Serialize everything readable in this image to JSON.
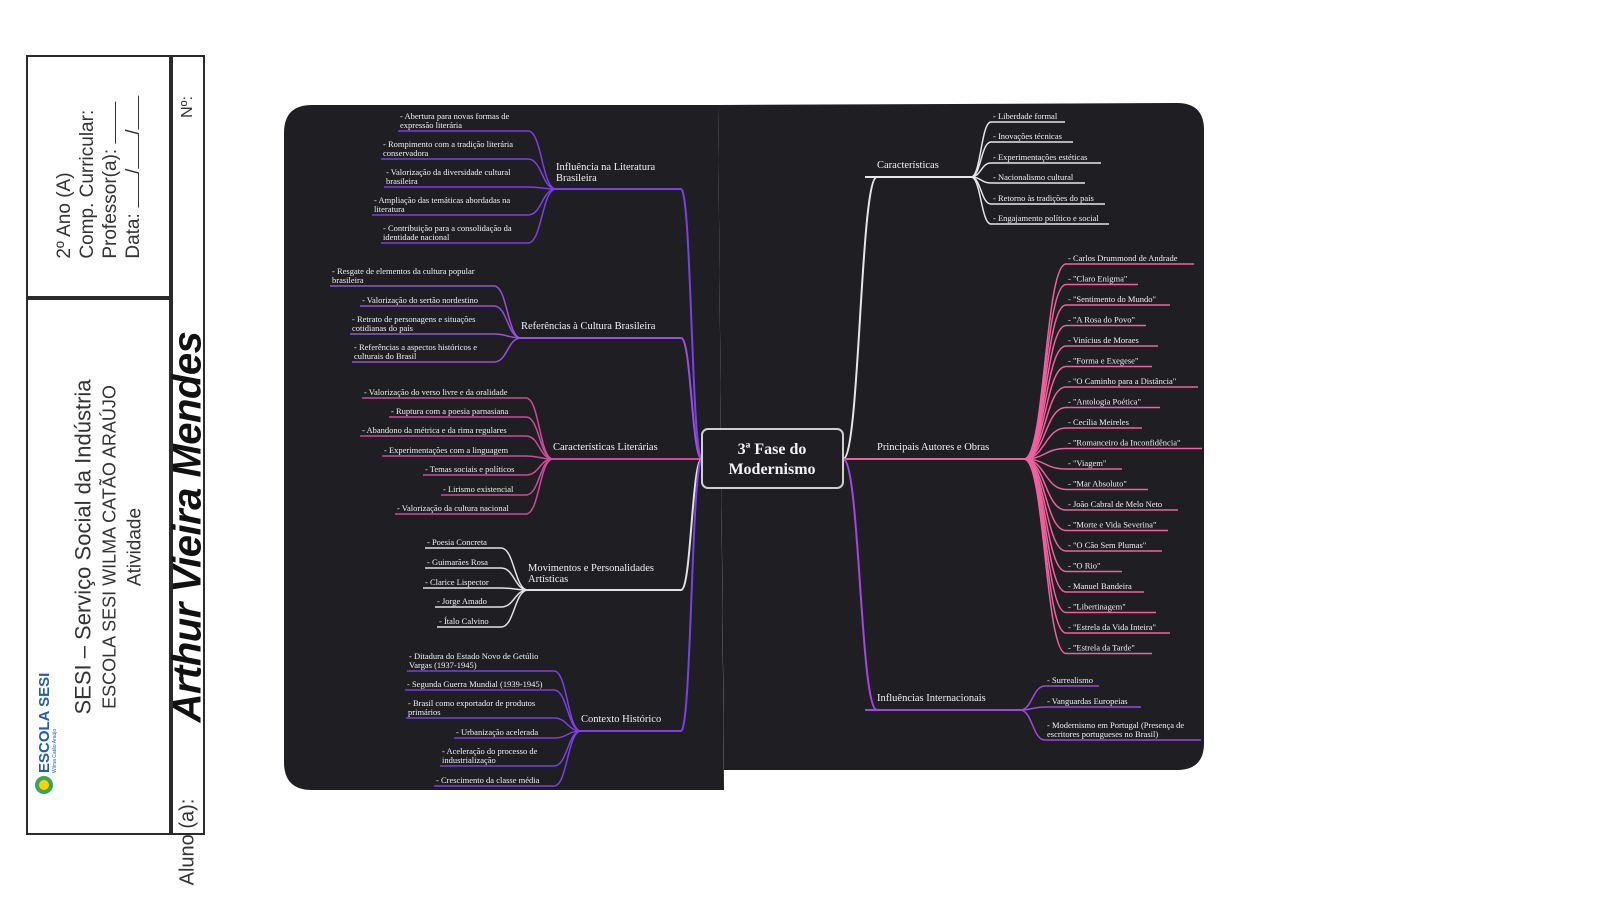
{
  "header": {
    "grade": "2º Ano (A)",
    "subject_label": "Comp. Curricular:",
    "teacher_label": "Professor(a):",
    "date_label": "Data:",
    "date_sep1": "/",
    "date_sep2": "/",
    "school_line1": "SESI – Serviço Social da Indústria",
    "school_line2": "ESCOLA SESI WILMA CATÃO ARAÚJO",
    "school_line3": "Atividade",
    "student_label": "Aluno (a):",
    "student_name": "Arthur Vieira Mendes",
    "number_label": "Nº:",
    "logo_text": "ESCOLA SESI",
    "logo_sub": "Wilma Catão Araújo"
  },
  "mindmap": {
    "central": [
      "3ª Fase do",
      "Modernismo"
    ],
    "colors": {
      "bg": "#1e1e23",
      "center_border": "#cfcfcf",
      "left_purple": "#7b3fe4",
      "left_violet": "#9b4fe0",
      "left_magenta": "#d04a9c",
      "left_white": "#e2e2e2",
      "right_white": "#e6e6e6",
      "right_pink": "#f0609e",
      "right_violet": "#a147e2"
    },
    "left": [
      {
        "label": [
          "Influência na Literatura",
          "Brasileira"
        ],
        "color": "#7b3fe4",
        "children": [
          [
            "- Abertura para novas formas de",
            "expressão literária"
          ],
          [
            "- Rompimento com a tradição literária",
            "conservadora"
          ],
          [
            "- Valorização da diversidade cultural",
            "brasileira"
          ],
          [
            "- Ampliação das temáticas abordadas na",
            "literatura"
          ],
          [
            "- Contribuição para a consolidação da",
            "identidade nacional"
          ]
        ]
      },
      {
        "label": [
          "Referências à Cultura Brasileira"
        ],
        "color": "#9b4fe0",
        "children": [
          [
            "- Resgate de elementos da cultura popular",
            "brasileira"
          ],
          [
            "- Valorização do sertão nordestino"
          ],
          [
            "- Retrato de personagens e situações",
            "cotidianas do país"
          ],
          [
            "- Referências a aspectos históricos e",
            "culturais do Brasil"
          ]
        ]
      },
      {
        "label": [
          "Características Literárias"
        ],
        "color": "#d04a9c",
        "children": [
          [
            "- Valorização do verso livre e da oralidade"
          ],
          [
            "- Ruptura com a poesia parnasiana"
          ],
          [
            "- Abandono da métrica e da rima regulares"
          ],
          [
            "- Experimentações com a linguagem"
          ],
          [
            "- Temas sociais e políticos"
          ],
          [
            "- Lirismo existencial"
          ],
          [
            "- Valorização da cultura nacional"
          ]
        ]
      },
      {
        "label": [
          "Movimentos e Personalidades",
          "Artísticas"
        ],
        "color": "#e2e2e2",
        "children": [
          [
            "- Poesia Concreta"
          ],
          [
            "- Guimarães Rosa"
          ],
          [
            "- Clarice Lispector"
          ],
          [
            "- Jorge Amado"
          ],
          [
            "- Ítalo Calvino"
          ]
        ]
      },
      {
        "label": [
          "Contexto Histórico"
        ],
        "color": "#7b3fe4",
        "children": [
          [
            "- Ditadura do Estado Novo de Getúlio",
            "Vargas (1937-1945)"
          ],
          [
            "- Segunda Guerra Mundial (1939-1945)"
          ],
          [
            "- Brasil como exportador de produtos",
            "primários"
          ],
          [
            "- Urbanização acelerada"
          ],
          [
            "- Aceleração do processo de",
            "industrialização"
          ],
          [
            "- Crescimento da classe média"
          ]
        ]
      }
    ],
    "right": [
      {
        "label": [
          "Características"
        ],
        "color": "#e6e6e6",
        "children": [
          [
            "- Liberdade formal"
          ],
          [
            "- Inovações técnicas"
          ],
          [
            "- Experimentações estéticas"
          ],
          [
            "- Nacionalismo cultural"
          ],
          [
            "- Retorno às tradições do país"
          ],
          [
            "- Engajamento político e social"
          ]
        ]
      },
      {
        "label": [
          "Principais Autores e Obras"
        ],
        "color": "#f0609e",
        "children": [
          [
            "- Carlos Drummond de Andrade"
          ],
          [
            "- \"Claro Enigma\""
          ],
          [
            "- \"Sentimento do Mundo\""
          ],
          [
            "- \"A Rosa do Povo\""
          ],
          [
            "- Vinícius de Moraes"
          ],
          [
            "- \"Forma e Exegese\""
          ],
          [
            "- \"O Caminho para a Distância\""
          ],
          [
            "- \"Antologia Poética\""
          ],
          [
            "- Cecília Meireles"
          ],
          [
            "- \"Romanceiro da Inconfidência\""
          ],
          [
            "- \"Viagem\""
          ],
          [
            "- \"Mar Absoluto\""
          ],
          [
            "- João Cabral de Melo Neto"
          ],
          [
            "- \"Morte e Vida Severina\""
          ],
          [
            "- \"O Cão Sem Plumas\""
          ],
          [
            "- \"O Rio\""
          ],
          [
            "- Manuel Bandeira"
          ],
          [
            "- \"Libertinagem\""
          ],
          [
            "- \"Estrela da Vida Inteira\""
          ],
          [
            "- \"Estrela da Tarde\""
          ]
        ]
      },
      {
        "label": [
          "Influências Internacionais"
        ],
        "color": "#a147e2",
        "children": [
          [
            "- Surrealismo"
          ],
          [
            "- Vanguardas Europeias"
          ],
          [
            "- Modernismo em Portugal (Presença de",
            "escritores portugueses no Brasil)"
          ]
        ]
      }
    ]
  }
}
